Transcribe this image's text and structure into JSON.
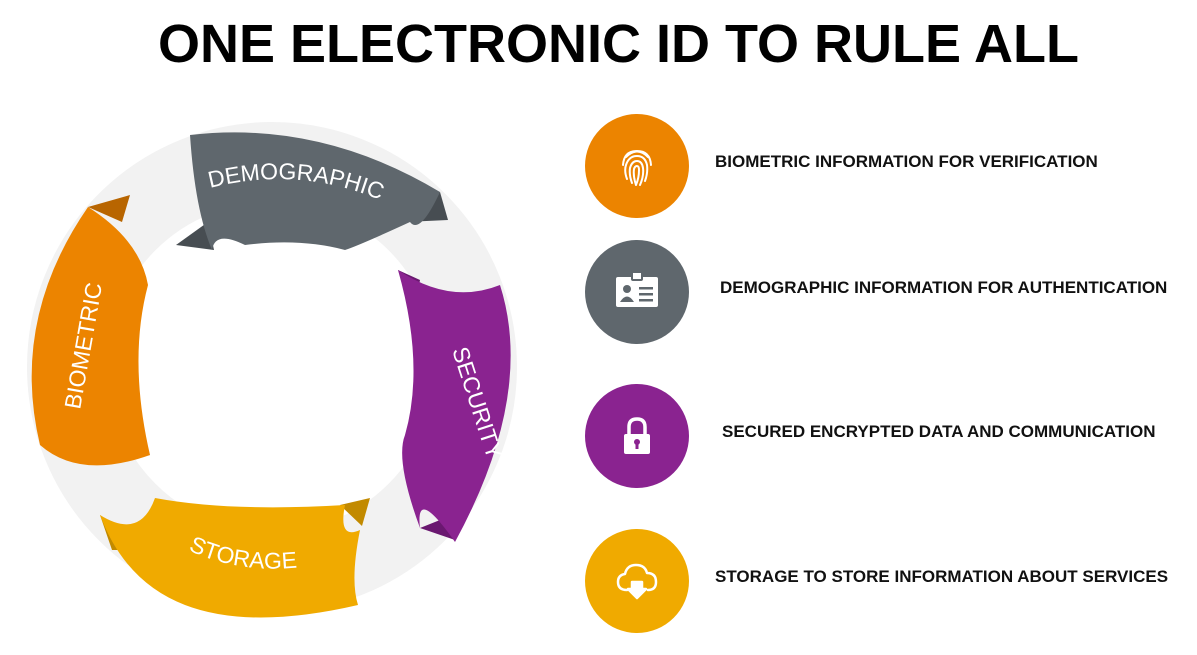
{
  "title": "ONE ELECTRONIC ID TO RULE ALL",
  "cycle": {
    "segments": [
      {
        "label": "DEMOGRAPHIC",
        "color": "#5f676d"
      },
      {
        "label": "SECURITY",
        "color": "#8a2390"
      },
      {
        "label": "STORAGE",
        "color": "#f0aa00"
      },
      {
        "label": "BIOMETRIC",
        "color": "#ec8400"
      }
    ],
    "ring_color": "#f2f2f2"
  },
  "features": [
    {
      "icon": "fingerprint-icon",
      "color": "#ec8400",
      "text": "BIOMETRIC INFORMATION FOR VERIFICATION"
    },
    {
      "icon": "id-card-icon",
      "color": "#5f676d",
      "text": "DEMOGRAPHIC INFORMATION FOR AUTHENTICATION"
    },
    {
      "icon": "lock-icon",
      "color": "#8a2390",
      "text": "SECURED ENCRYPTED DATA AND COMMUNICATION"
    },
    {
      "icon": "cloud-download-icon",
      "color": "#f0aa00",
      "text": "STORAGE TO STORE INFORMATION ABOUT SERVICES"
    }
  ]
}
